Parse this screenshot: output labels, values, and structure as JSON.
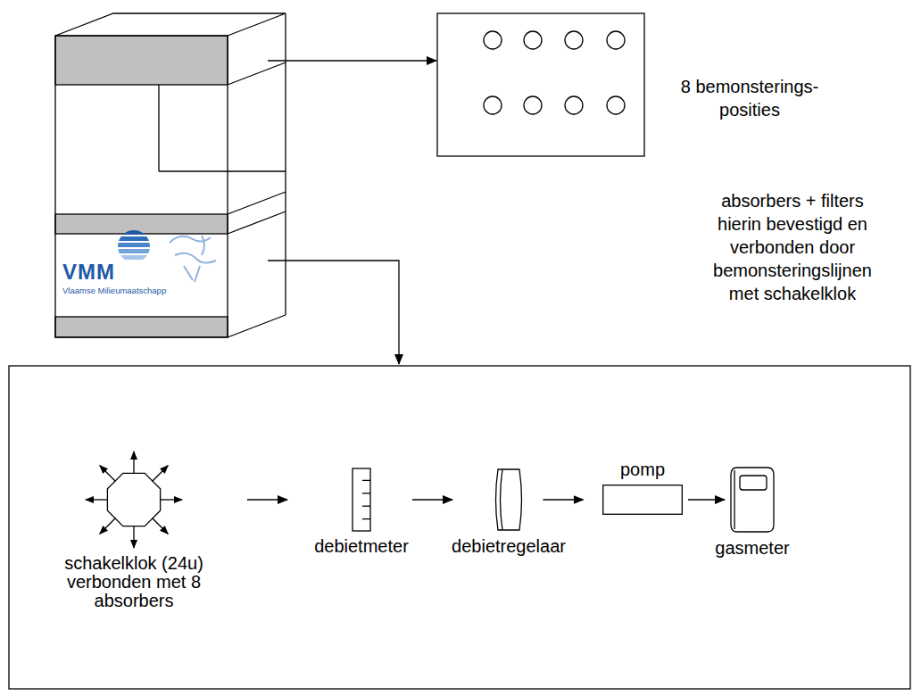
{
  "diagram": {
    "nodes": [
      {
        "text": [
          "schakelklok (24u) verbonden met 8 absorbers"
        ]
      },
      {
        "text": [
          "debietmeter"
        ]
      },
      {
        "text": [
          "debietregelaar"
        ]
      },
      {
        "text": [
          "pomp"
        ]
      },
      {
        "text": [
          "gasmeter"
        ]
      }
    ],
    "edges": [
      {
        "from": 0,
        "to": 1,
        "arrow": "to"
      },
      {
        "from": 1,
        "to": 2,
        "arrow": "to"
      },
      {
        "from": 2,
        "to": 3,
        "arrow": "to"
      },
      {
        "from": 3,
        "to": 4,
        "arrow": "to"
      }
    ],
    "labels": [
      "VMM",
      "Vlaamse Milieumaatschapp",
      "8 bemonsterings- posities",
      "absorbers + filters hierin bevestigd en verbonden door bemonsteringslijnen met schakelklok"
    ]
  }
}
